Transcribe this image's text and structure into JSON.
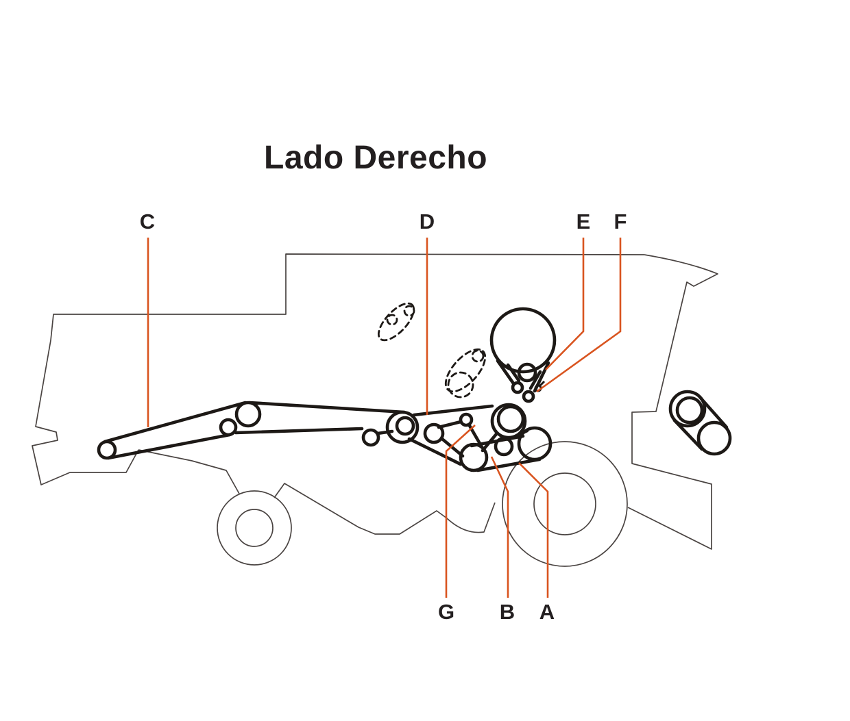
{
  "title": "Lado Derecho",
  "colors": {
    "leader_line": "#D9541F",
    "ink": "#231F20",
    "outline": "#4A4442",
    "belt": "#1D1916"
  },
  "legend": {
    "labels": [
      {
        "id": "C",
        "text": "C"
      },
      {
        "id": "D",
        "text": "D"
      },
      {
        "id": "E",
        "text": "E"
      },
      {
        "id": "F",
        "text": "F"
      },
      {
        "id": "G",
        "text": "G"
      },
      {
        "id": "B",
        "text": "B"
      },
      {
        "id": "A",
        "text": "A"
      }
    ]
  }
}
